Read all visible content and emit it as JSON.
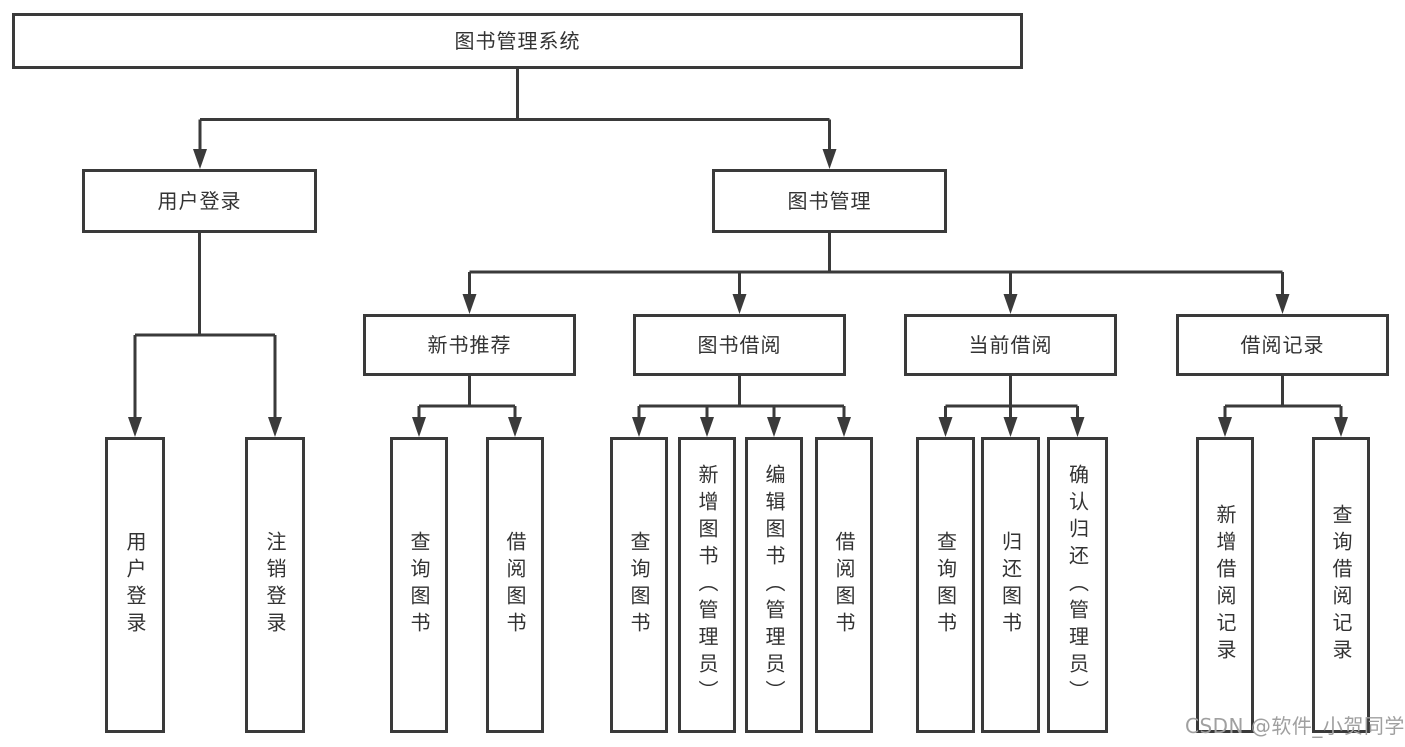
{
  "diagram": {
    "root": {
      "label": "图书管理系统"
    },
    "level2": [
      {
        "label": "用户登录"
      },
      {
        "label": "图书管理"
      }
    ],
    "level3": [
      {
        "label": "新书推荐"
      },
      {
        "label": "图书借阅"
      },
      {
        "label": "当前借阅"
      },
      {
        "label": "借阅记录"
      }
    ],
    "groups": {
      "user_login": [
        "用户登录",
        "注销登录"
      ],
      "new_books": [
        "查询图书",
        "借阅图书"
      ],
      "book_borrow": [
        "查询图书",
        "新增图书（管理员）",
        "编辑图书（管理员）",
        "借阅图书"
      ],
      "current_borrow": [
        "查询图书",
        "归还图书",
        "确认归还（管理员）"
      ],
      "borrow_records": [
        "新增借阅记录",
        "查询借阅记录"
      ]
    },
    "watermark": "CSDN @软件_小贺同学",
    "colors": {
      "line": "#3a3a3a",
      "text": "#333333",
      "watermark": "#a0a0a0",
      "background": "#ffffff"
    }
  }
}
